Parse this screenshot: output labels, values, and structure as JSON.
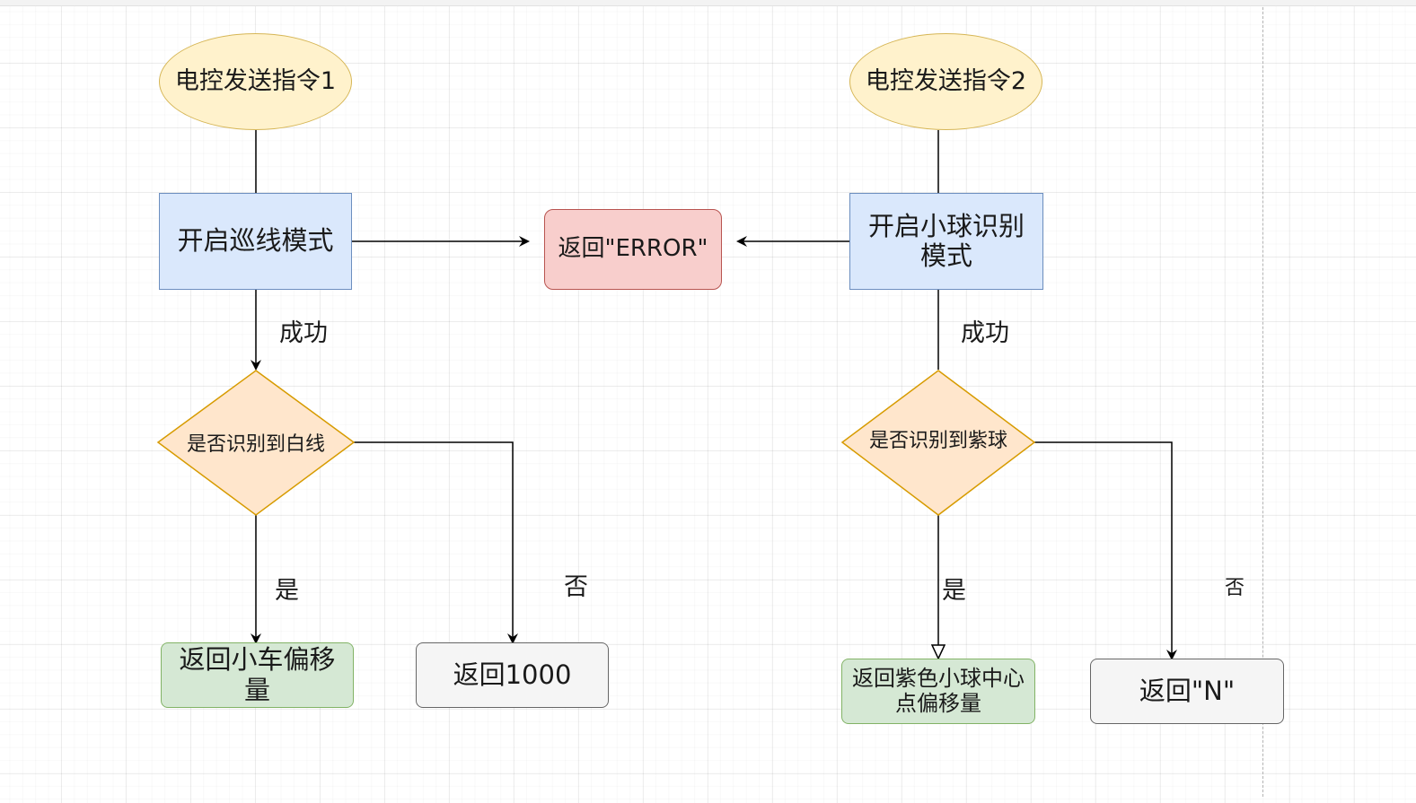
{
  "diagram": {
    "left": {
      "start": "电控发送指令1",
      "process": "开启巡线模式",
      "success_label": "成功",
      "decision": "是否识别到白线",
      "yes_label": "是",
      "no_label": "否",
      "yes_result": "返回小车偏移量",
      "no_result": "返回1000"
    },
    "error": "返回\"ERROR\"",
    "right": {
      "start": "电控发送指令2",
      "process": "开启小球识别模式",
      "success_label": "成功",
      "decision": "是否识别到紫球",
      "yes_label": "是",
      "no_label": "否",
      "yes_result": "返回紫色小球中心点偏移量",
      "no_result": "返回\"N\""
    }
  },
  "colors": {
    "start_fill": "#fff2cc",
    "start_stroke": "#d6b656",
    "process_fill": "#dae8fc",
    "process_stroke": "#6c8ebf",
    "error_fill": "#f8cecc",
    "error_stroke": "#b85450",
    "decision_fill": "#ffe6cc",
    "decision_stroke": "#d79b00",
    "yes_fill": "#d5e8d4",
    "yes_stroke": "#82b366",
    "no_fill": "#f5f5f5",
    "no_stroke": "#666666",
    "edge": "#000000"
  }
}
